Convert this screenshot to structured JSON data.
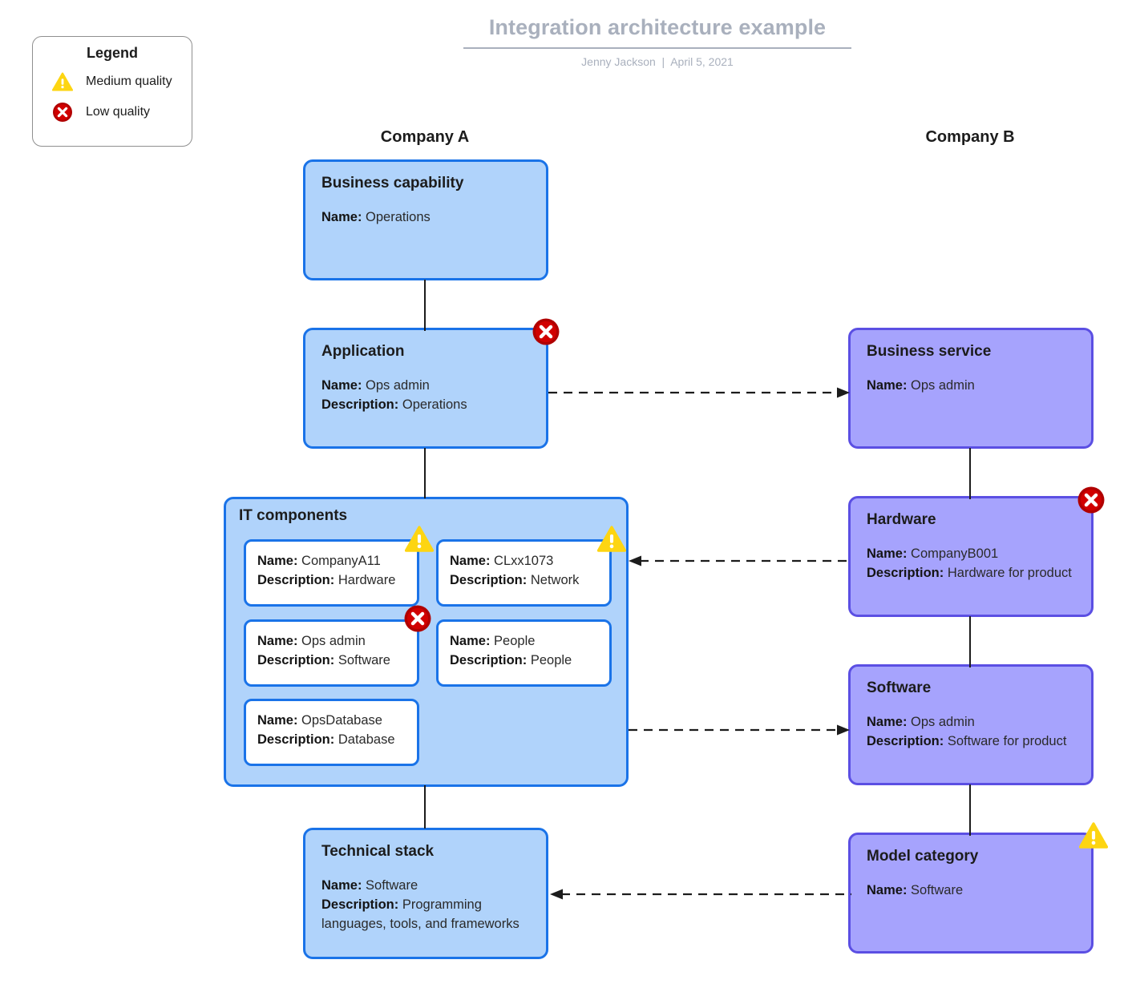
{
  "header": {
    "title": "Integration architecture example",
    "subtitle": "Jenny Jackson  |  April 5, 2021"
  },
  "legend": {
    "title": "Legend",
    "items": [
      {
        "icon": "warning-triangle-icon",
        "label": "Medium quality",
        "color": "#fdd512"
      },
      {
        "icon": "error-circle-x-icon",
        "label": "Low quality",
        "color": "#c00000"
      }
    ]
  },
  "columns": [
    {
      "id": "company-a",
      "label": "Company A",
      "fill": "#b0d3fb",
      "stroke": "#1a73e8"
    },
    {
      "id": "company-b",
      "label": "Company B",
      "fill": "#a6a3fd",
      "stroke": "#5b4fe3"
    }
  ],
  "field_labels": {
    "name": "Name:",
    "description": "Description:"
  },
  "nodes": {
    "business_capability": {
      "title": "Business capability",
      "name_label": "Name:",
      "name": "Operations",
      "badge": "none"
    },
    "application": {
      "title": "Application",
      "name_label": "Name:",
      "name": "Ops admin",
      "description_label": "Description:",
      "description": "Operations",
      "badge": "low-quality"
    },
    "it_components": {
      "title": "IT components",
      "badge": "none",
      "items": [
        {
          "name_label": "Name:",
          "name": "CompanyA11",
          "description_label": "Description:",
          "description": "Hardware",
          "badge": "medium-quality"
        },
        {
          "name_label": "Name:",
          "name": "CLxx1073",
          "description_label": "Description:",
          "description": "Network",
          "badge": "medium-quality"
        },
        {
          "name_label": "Name:",
          "name": "Ops admin",
          "description_label": "Description:",
          "description": "Software",
          "badge": "low-quality"
        },
        {
          "name_label": "Name:",
          "name": "People",
          "description_label": "Description:",
          "description": "People",
          "badge": "none"
        },
        {
          "name_label": "Name:",
          "name": "OpsDatabase",
          "description_label": "Description:",
          "description": "Database",
          "badge": "none"
        }
      ]
    },
    "technical_stack": {
      "title": "Technical stack",
      "name_label": "Name:",
      "name": "Software",
      "description_label": "Description:",
      "description": "Programming languages, tools, and frameworks",
      "badge": "none"
    },
    "business_service": {
      "title": "Business service",
      "name_label": "Name:",
      "name": "Ops admin",
      "badge": "none"
    },
    "hardware": {
      "title": "Hardware",
      "name_label": "Name:",
      "name": "CompanyB001",
      "description_label": "Description:",
      "description": "Hardware for product",
      "badge": "low-quality"
    },
    "software": {
      "title": "Software",
      "name_label": "Name:",
      "name": "Ops admin",
      "description_label": "Description:",
      "description": "Software for product",
      "badge": "none"
    },
    "model_category": {
      "title": "Model category",
      "name_label": "Name:",
      "name": "Software",
      "badge": "medium-quality"
    }
  },
  "colors": {
    "blue_fill": "#b0d3fb",
    "blue_stroke": "#1a73e8",
    "purple_fill": "#a6a3fd",
    "purple_stroke": "#5b4fe3",
    "warning_yellow": "#fdd512",
    "error_red": "#c00000",
    "title_gray": "#a9b0bd",
    "line_black": "#1c1c1c"
  }
}
